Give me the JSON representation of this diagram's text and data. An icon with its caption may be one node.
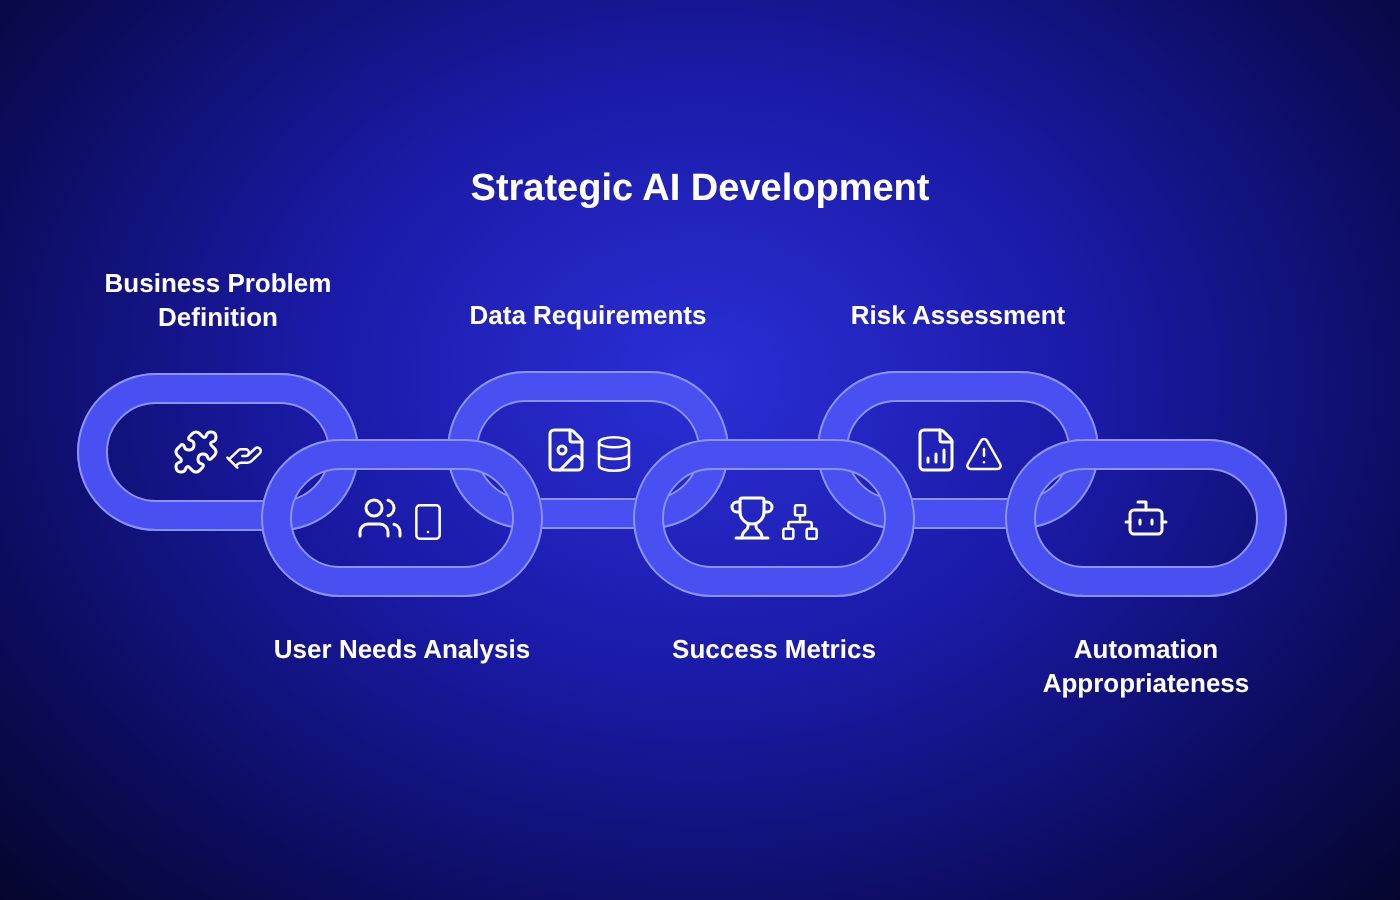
{
  "diagram": {
    "title": "Strategic AI Development",
    "nodes": [
      {
        "text": [
          "Business Problem Definition"
        ]
      },
      {
        "text": [
          "User Needs Analysis"
        ]
      },
      {
        "text": [
          "Data Requirements"
        ]
      },
      {
        "text": [
          "Success Metrics"
        ]
      },
      {
        "text": [
          "Risk Assessment"
        ]
      },
      {
        "text": [
          "Automation Appropriateness"
        ]
      }
    ]
  }
}
